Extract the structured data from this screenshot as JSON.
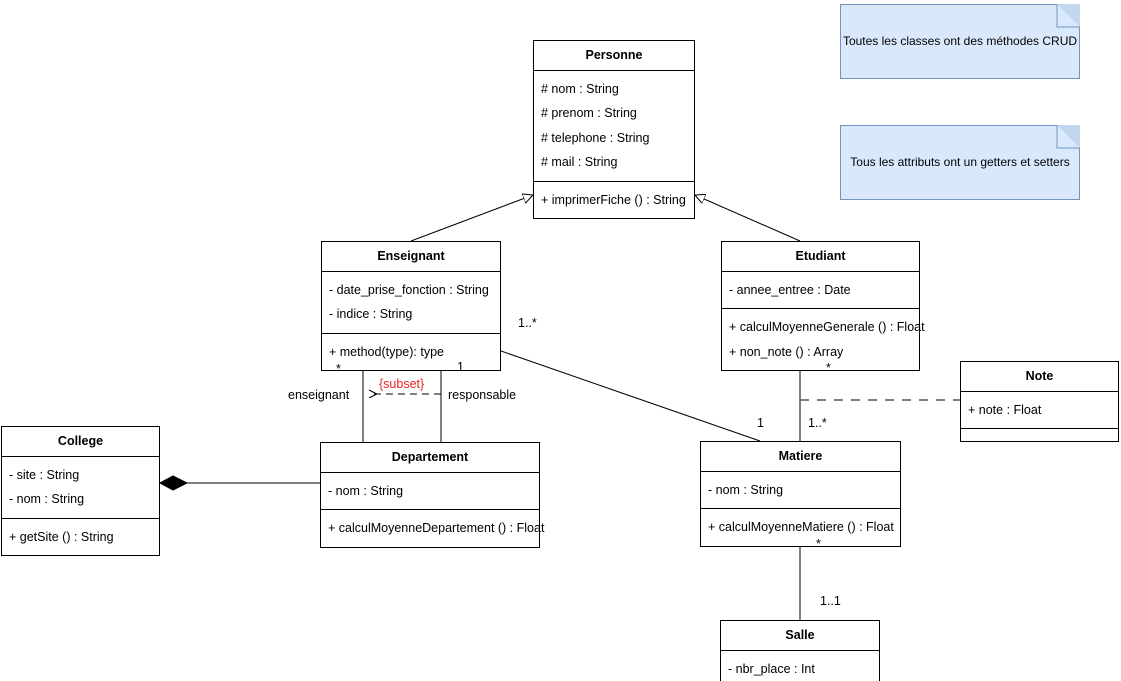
{
  "diagram": {
    "title": "UML Class Diagram",
    "type": "uml-class-diagram",
    "colors": {
      "note_fill": "#dae8fc",
      "note_border": "#7394c0",
      "note_fold": "#c3d8f0",
      "line": "#000000",
      "constraint_text": "#e8251f"
    }
  },
  "classes": {
    "personne": {
      "name": "Personne",
      "attributes": [
        "# nom : String",
        "# prenom : String",
        "# telephone : String",
        "# mail : String"
      ],
      "methods": [
        "+ imprimerFiche () : String"
      ]
    },
    "enseignant": {
      "name": "Enseignant",
      "attributes": [
        "- date_prise_fonction : String",
        "- indice : String"
      ],
      "methods": [
        "+ method(type): type"
      ]
    },
    "etudiant": {
      "name": "Etudiant",
      "attributes": [
        "- annee_entree : Date"
      ],
      "methods": [
        "+ calculMoyenneGenerale () : Float",
        "+ non_note () : Array"
      ]
    },
    "college": {
      "name": "College",
      "attributes": [
        "- site : String",
        "- nom : String"
      ],
      "methods": [
        "+ getSite () : String"
      ]
    },
    "departement": {
      "name": "Departement",
      "attributes": [
        "- nom : String"
      ],
      "methods": [
        "+ calculMoyenneDepartement () : Float"
      ]
    },
    "matiere": {
      "name": "Matiere",
      "attributes": [
        "- nom : String"
      ],
      "methods": [
        "+ calculMoyenneMatiere () : Float"
      ]
    },
    "note": {
      "name": "Note",
      "attributes": [
        "+ note : Float"
      ],
      "methods": []
    },
    "salle": {
      "name": "Salle",
      "attributes": [
        "- nbr_place : Int"
      ],
      "methods": []
    }
  },
  "notes": [
    {
      "id": "note-crud",
      "text": "Toutes les classes ont des méthodes CRUD"
    },
    {
      "id": "note-getters",
      "text": "Tous les attributs ont un getters et setters"
    }
  ],
  "edge_labels": {
    "enseignant_matiere_mult": "1..*",
    "etudiant_note_mult": "*",
    "enseignant_role": "enseignant",
    "responsable_role": "responsable",
    "subset_constraint": "{subset}",
    "enseignant_dept_mult": "*",
    "responsable_dept_mult": "1",
    "matiere_enseignant_mult": "1",
    "matiere_etudiant_mult": "1..*",
    "matiere_salle_mult": "*",
    "salle_matiere_mult": "1..1"
  }
}
